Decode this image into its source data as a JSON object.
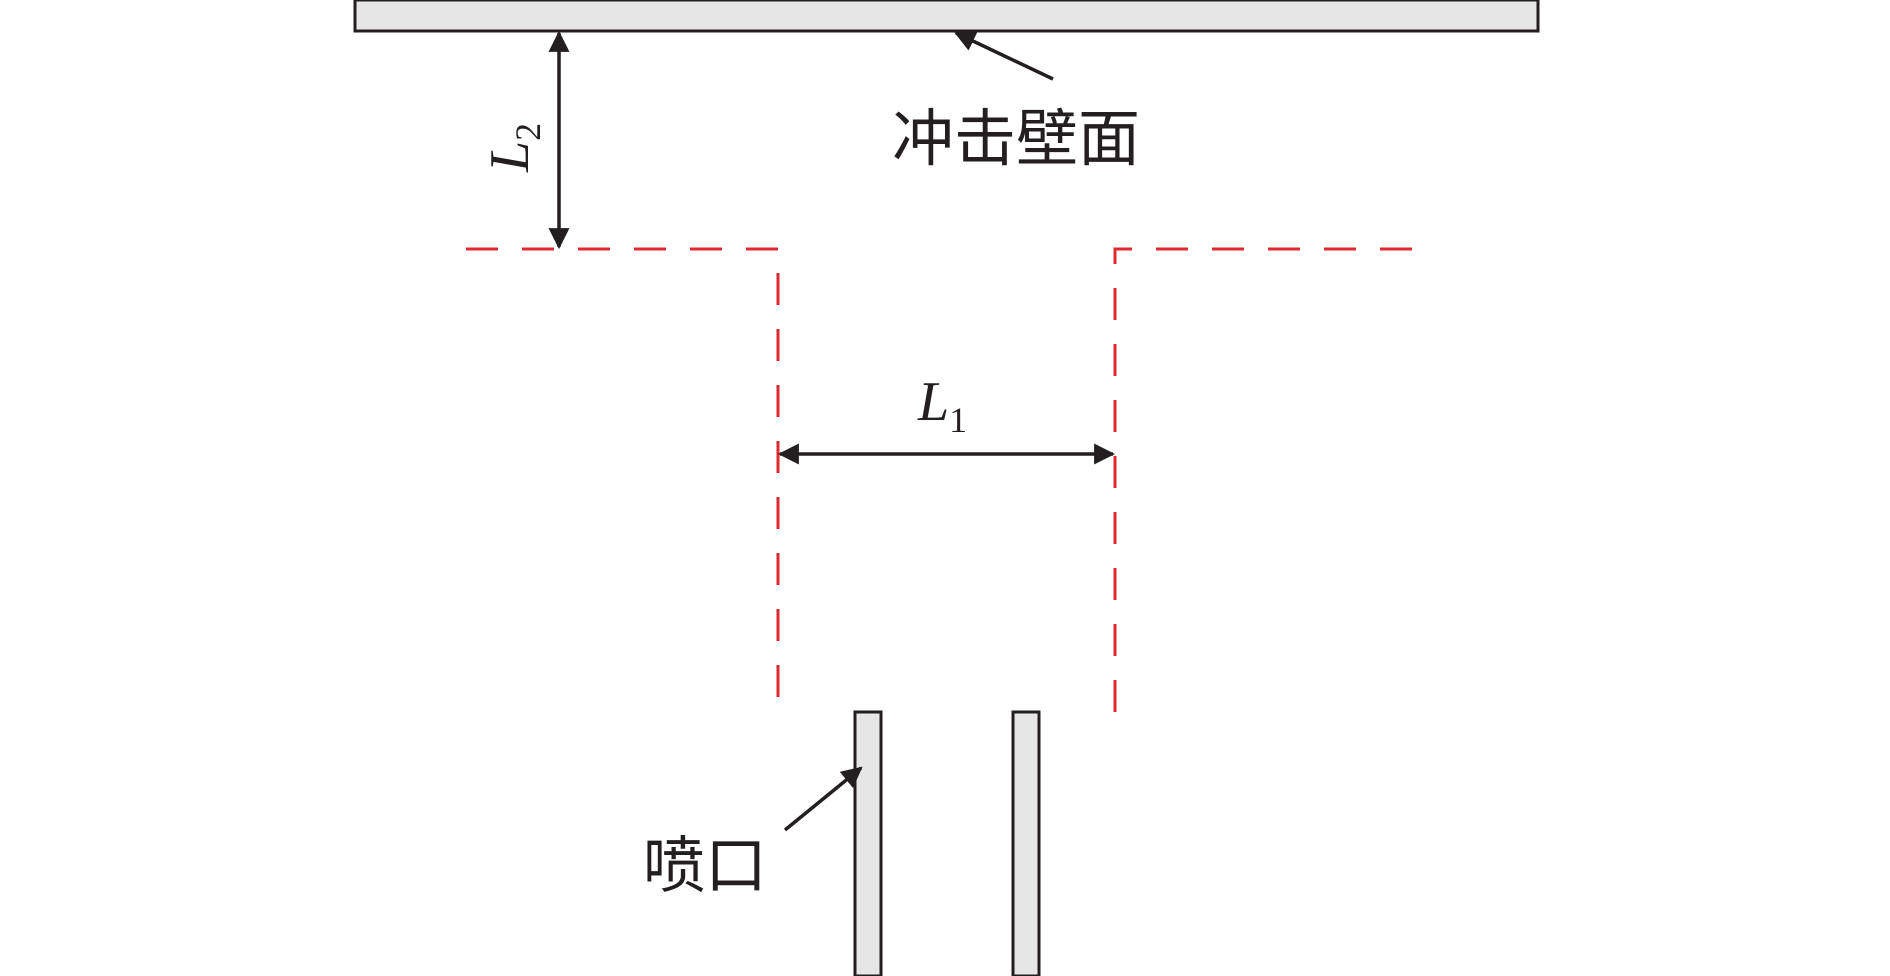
{
  "labels": {
    "wall": "冲击壁面",
    "nozzle": "喷口",
    "l1_var": "L",
    "l1_sub": "1",
    "l2_var": "L",
    "l2_sub": "2"
  },
  "colors": {
    "outline": "#231f20",
    "fill": "#e6e6e6",
    "dashed": "#e0282e",
    "text": "#231f20"
  }
}
